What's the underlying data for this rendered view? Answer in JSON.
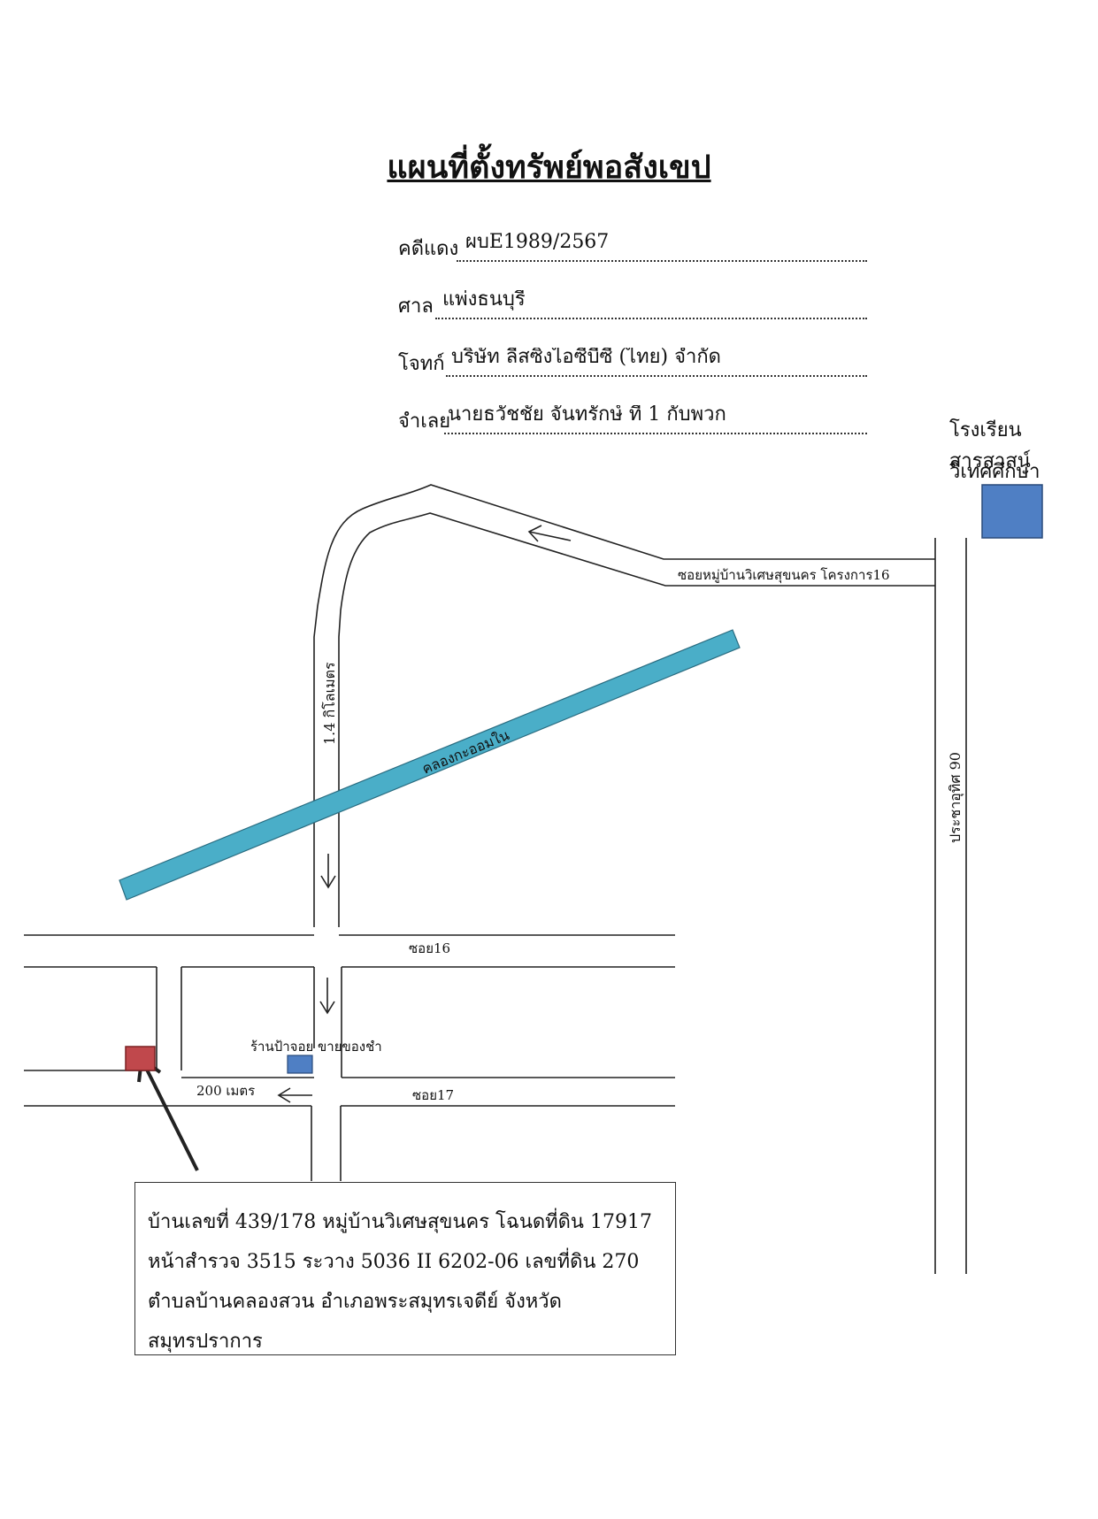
{
  "title": "แผนที่ตั้งทรัพย์พอสังเขป",
  "header_fields": [
    {
      "label": "คดีแดง",
      "value": "ผบE1989/2567"
    },
    {
      "label": "ศาล",
      "value": "แพ่งธนบุรี"
    },
    {
      "label": "โจทก์",
      "value": "บริษัท ลีสซิ่งไอซีบีซี (ไทย) จำกัด"
    },
    {
      "label": "จำเลย",
      "value": "นายธวัชชัย  จันทรักษ์ ที่ 1  กับพวก"
    }
  ],
  "landmarks": {
    "school_line1": "โรงเรียนสารสาสน์",
    "school_line2": "วิเทศศึกษา",
    "shop": "ร้านป้าจอย ขายของชำ"
  },
  "roads": {
    "soi_village": "ซอยหมู่บ้านวิเศษสุขนคร โครงการ16",
    "prachauthit": "ประชาอุทิศ 90",
    "distance_vertical": "1.4 กิโลเมตร",
    "canal": "คลองกะออมใน",
    "soi16": "ซอย16",
    "soi17": "ซอย17",
    "distance_200": "200 เมตร"
  },
  "address": {
    "line1": "บ้านเลขที่ 439/178  หมู่บ้านวิเศษสุขนคร  โฉนดที่ดิน 17917",
    "line2": "หน้าสำรวจ 3515 ระวาง 5036 II 6202-06 เลขที่ดิน 270",
    "line3": "ตำบลบ้านคลองสวน อำเภอพระสมุทรเจดีย์ จังหวัดสมุทรปราการ"
  },
  "colors": {
    "canal": "#4aaec8",
    "school_marker": "#4f7fc4",
    "shop_marker": "#4f7fc4",
    "property_marker": "#c0484c"
  }
}
